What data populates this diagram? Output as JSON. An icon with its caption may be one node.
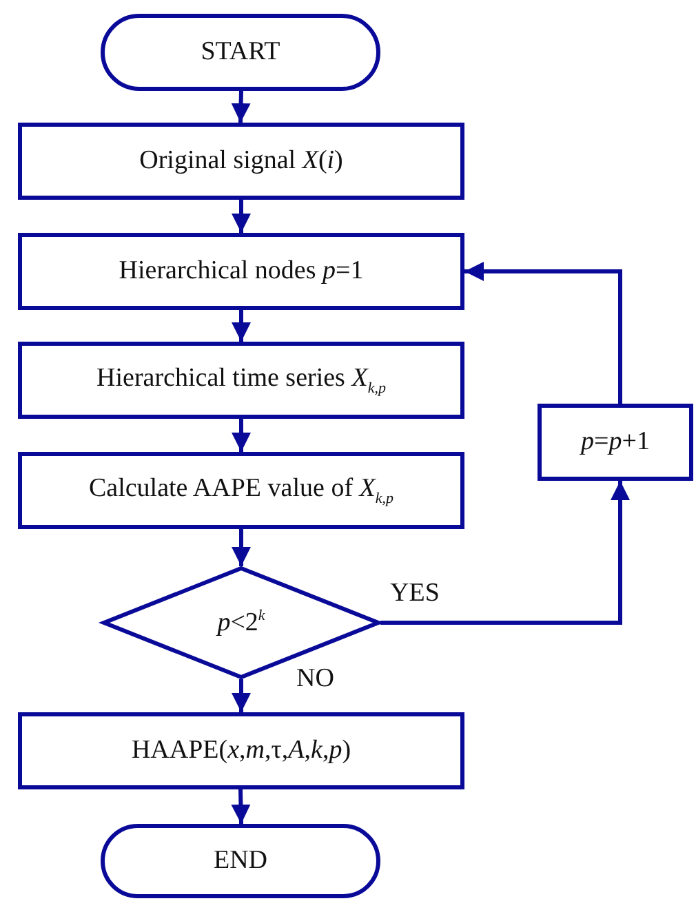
{
  "diagram": {
    "nodes": [
      {
        "text": [
          "START"
        ]
      },
      {
        "text": [
          "Original signal *X*(*i*)"
        ]
      },
      {
        "text": [
          "Hierarchical nodes *p*=1"
        ]
      },
      {
        "text": [
          "Hierarchical time series *X*$_{k,p}$"
        ]
      },
      {
        "text": [
          "Calculate AAPE value of *X*$_{k,p}$"
        ]
      },
      {
        "text": [
          "*p*<2$^{k}$"
        ]
      },
      {
        "text": [
          "*p*=*p*+1"
        ]
      },
      {
        "text": [
          "HAAPE(*x*,*m*,τ,*A*,*k*,*p*)"
        ]
      },
      {
        "text": [
          "END"
        ]
      }
    ],
    "edges": [
      {
        "from": 0,
        "to": 1,
        "arrow": "to"
      },
      {
        "from": 1,
        "to": 2,
        "arrow": "to"
      },
      {
        "from": 2,
        "to": 3,
        "arrow": "to"
      },
      {
        "from": 3,
        "to": 4,
        "arrow": "to"
      },
      {
        "from": 4,
        "to": 5,
        "arrow": "to"
      },
      {
        "from": 5,
        "to": 7,
        "arrow": "to",
        "label": "NO"
      },
      {
        "from": 7,
        "to": 8,
        "arrow": "to"
      },
      {
        "from": 5,
        "to": 6,
        "arrow": "to",
        "label": "YES"
      },
      {
        "from": 6,
        "to": 2,
        "arrow": "to"
      }
    ]
  }
}
